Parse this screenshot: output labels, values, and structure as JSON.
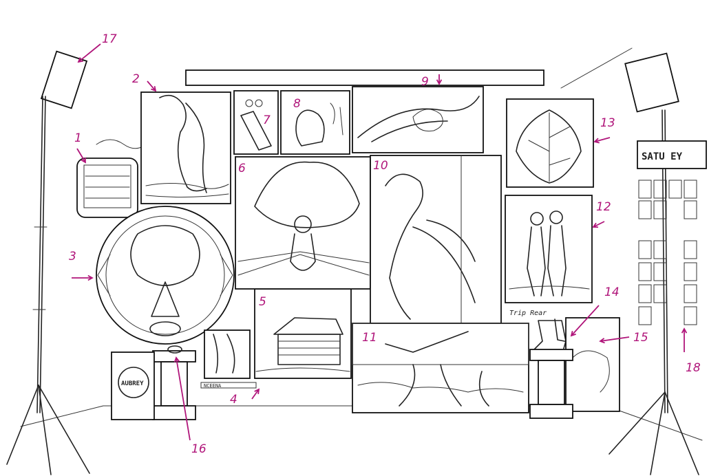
{
  "annotation_color": "#b0157a",
  "ink_color": "#1a1a1a",
  "callouts": [
    {
      "id": "1",
      "label": "1"
    },
    {
      "id": "2",
      "label": "2"
    },
    {
      "id": "3",
      "label": "3"
    },
    {
      "id": "4",
      "label": "4"
    },
    {
      "id": "5",
      "label": "5"
    },
    {
      "id": "6",
      "label": "6"
    },
    {
      "id": "7",
      "label": "7"
    },
    {
      "id": "8",
      "label": "8"
    },
    {
      "id": "9",
      "label": "9"
    },
    {
      "id": "10",
      "label": "10"
    },
    {
      "id": "11",
      "label": "11"
    },
    {
      "id": "12",
      "label": "12"
    },
    {
      "id": "13",
      "label": "13"
    },
    {
      "id": "14",
      "label": "14"
    },
    {
      "id": "15",
      "label": "15"
    },
    {
      "id": "16",
      "label": "16"
    },
    {
      "id": "17",
      "label": "17"
    },
    {
      "id": "18",
      "label": "18"
    }
  ],
  "scribbled_text": {
    "sign_right_top": "SATU  EY",
    "signature": "Trip Rear",
    "crate_label": "AUBREY",
    "shelf_label": "NCEENA"
  }
}
